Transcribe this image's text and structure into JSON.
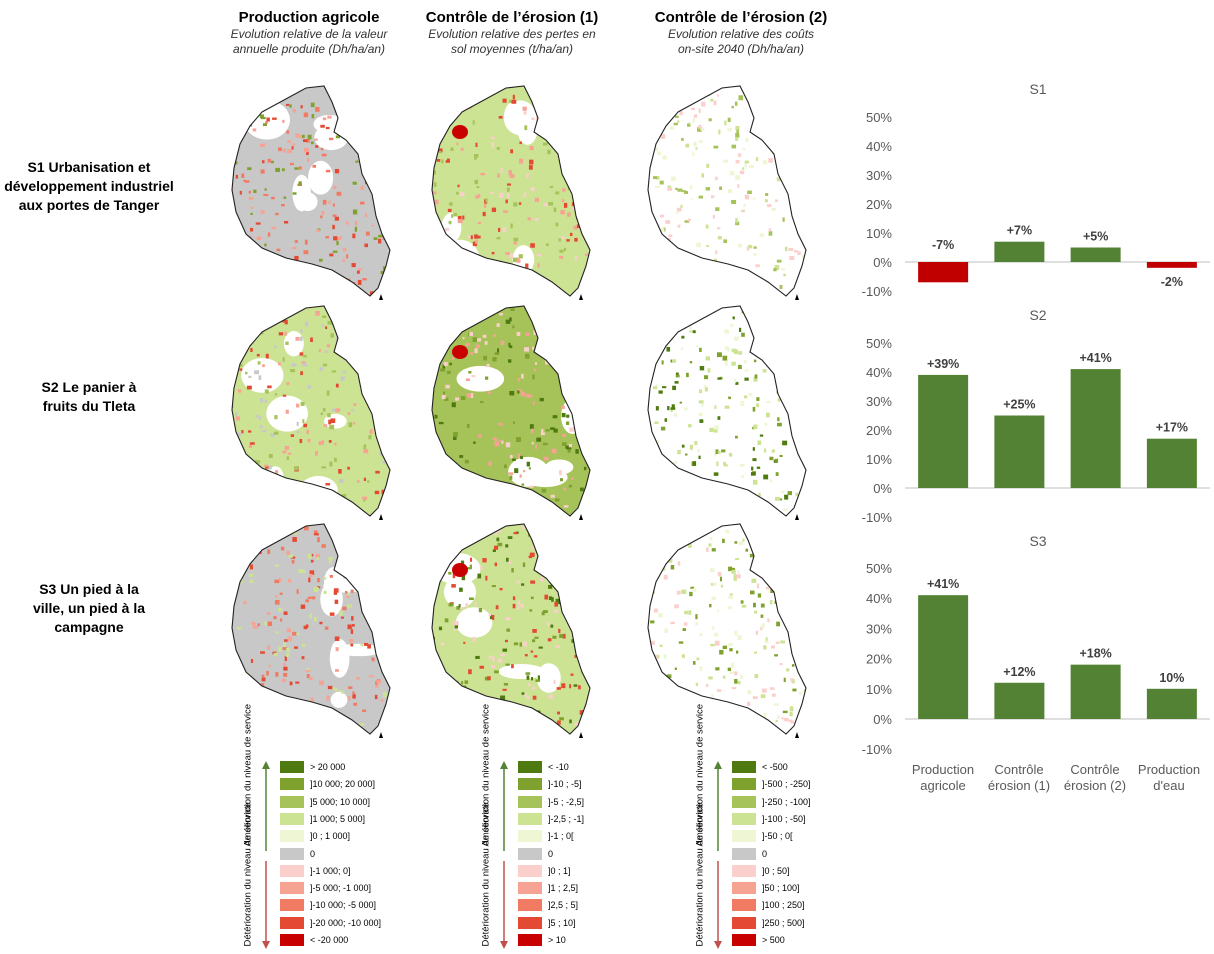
{
  "columns": [
    {
      "title": "Production agricole",
      "subtitle": "Evolution relative de la valeur annuelle produite (Dh/ha/an)"
    },
    {
      "title": "Contrôle de l’érosion (1)",
      "subtitle": "Evolution relative des pertes en sol moyennes (t/ha/an)"
    },
    {
      "title": "Contrôle de l’érosion (2)",
      "subtitle": "Evolution relative des coûts on-site 2040 (Dh/ha/an)"
    }
  ],
  "rows": [
    {
      "label": "S1 Urbanisation et développement industriel aux portes de Tanger"
    },
    {
      "label": "S2 Le panier à fruits du Tleta"
    },
    {
      "label": "S3 Un pied à la ville, un pied à la campagne"
    }
  ],
  "legend_axes": {
    "improvement": "Amélioration du niveau de service",
    "deterioration": "Détérioration du niveau de service"
  },
  "legends": [
    {
      "items": [
        {
          "label": "> 20 000",
          "color": "#4e7a0f"
        },
        {
          "label": "]10 000; 20 000]",
          "color": "#7fa22e"
        },
        {
          "label": "]5 000; 10 000]",
          "color": "#a6c35a"
        },
        {
          "label": "]1 000; 5 000]",
          "color": "#cde394"
        },
        {
          "label": "]0 ; 1 000]",
          "color": "#eef6d3"
        },
        {
          "label": "0",
          "color": "#c8c8c8"
        },
        {
          "label": "]-1 000; 0]",
          "color": "#fbd0cc"
        },
        {
          "label": "]-5 000; -1 000]",
          "color": "#f6a393"
        },
        {
          "label": "]-10 000; -5 000]",
          "color": "#f07a62"
        },
        {
          "label": "]-20 000; -10 000]",
          "color": "#e44a33"
        },
        {
          "label": "< -20 000",
          "color": "#c80000"
        }
      ]
    },
    {
      "items": [
        {
          "label": "< -10",
          "color": "#4e7a0f"
        },
        {
          "label": "]-10 ; -5]",
          "color": "#7fa22e"
        },
        {
          "label": "]-5 ; -2,5]",
          "color": "#a6c35a"
        },
        {
          "label": "]-2,5 ; -1]",
          "color": "#cde394"
        },
        {
          "label": "]-1 ; 0[",
          "color": "#eef6d3"
        },
        {
          "label": "0",
          "color": "#c8c8c8"
        },
        {
          "label": "]0 ; 1]",
          "color": "#fbd0cc"
        },
        {
          "label": "]1 ; 2,5]",
          "color": "#f6a393"
        },
        {
          "label": "]2,5 ; 5]",
          "color": "#f07a62"
        },
        {
          "label": "]5 ; 10]",
          "color": "#e44a33"
        },
        {
          "label": "> 10",
          "color": "#c80000"
        }
      ]
    },
    {
      "items": [
        {
          "label": "< -500",
          "color": "#4e7a0f"
        },
        {
          "label": "]-500 ; -250]",
          "color": "#7fa22e"
        },
        {
          "label": "]-250 ; -100]",
          "color": "#a6c35a"
        },
        {
          "label": "]-100 ; -50]",
          "color": "#cde394"
        },
        {
          "label": "]-50 ; 0[",
          "color": "#eef6d3"
        },
        {
          "label": "0",
          "color": "#c8c8c8"
        },
        {
          "label": "]0 ; 50]",
          "color": "#fbd0cc"
        },
        {
          "label": "]50 ; 100]",
          "color": "#f6a393"
        },
        {
          "label": "]100 ; 250]",
          "color": "#f07a62"
        },
        {
          "label": "]250 ; 500]",
          "color": "#e44a33"
        },
        {
          "label": "> 500",
          "color": "#c80000"
        }
      ]
    }
  ],
  "colors": {
    "positive": "#548235",
    "negative": "#c00000"
  },
  "chart_data": [
    {
      "type": "bar",
      "title": "S1",
      "categories": [
        "Production agricole",
        "Contrôle érosion (1)",
        "Contrôle érosion (2)",
        "Production d'eau"
      ],
      "values": [
        -7,
        7,
        5,
        -2
      ],
      "value_labels": [
        "-7%",
        "+7%",
        "+5%",
        "-2%"
      ],
      "ylim": [
        -10,
        50
      ],
      "yticks": [
        "-10%",
        "0%",
        "10%",
        "20%",
        "30%",
        "40%",
        "50%"
      ],
      "grid": false,
      "legend": false
    },
    {
      "type": "bar",
      "title": "S2",
      "categories": [
        "Production agricole",
        "Contrôle érosion (1)",
        "Contrôle érosion (2)",
        "Production d'eau"
      ],
      "values": [
        39,
        25,
        41,
        17
      ],
      "value_labels": [
        "+39%",
        "+25%",
        "+41%",
        "+17%"
      ],
      "ylim": [
        -10,
        50
      ],
      "yticks": [
        "-10%",
        "0%",
        "10%",
        "20%",
        "30%",
        "40%",
        "50%"
      ],
      "grid": false,
      "legend": false
    },
    {
      "type": "bar",
      "title": "S3",
      "categories": [
        "Production agricole",
        "Contrôle érosion (1)",
        "Contrôle érosion (2)",
        "Production d'eau"
      ],
      "values": [
        41,
        12,
        18,
        10
      ],
      "value_labels": [
        "+41%",
        "+12%",
        "+18%",
        "10%"
      ],
      "ylim": [
        -10,
        50
      ],
      "yticks": [
        "-10%",
        "0%",
        "10%",
        "20%",
        "30%",
        "40%",
        "50%"
      ],
      "grid": false,
      "legend": false
    }
  ],
  "x_categories": [
    "Production agricole",
    "Contrôle érosion (1)",
    "Contrôle érosion (2)",
    "Production d'eau"
  ]
}
